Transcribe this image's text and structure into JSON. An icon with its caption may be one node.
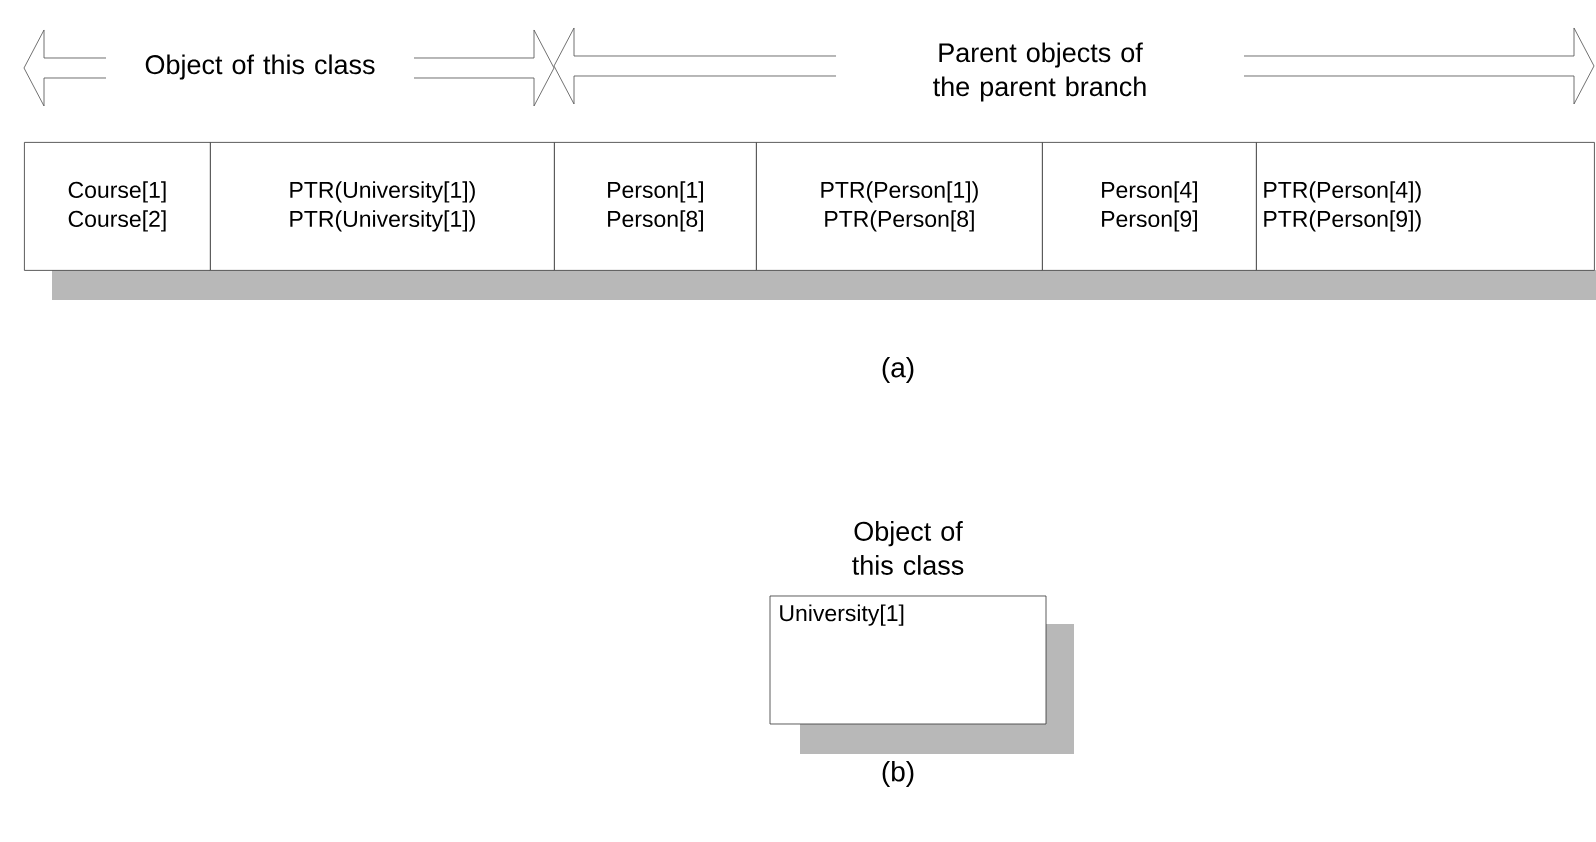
{
  "diagram": {
    "nodes": [
      {
        "text": [
          "Course[1]",
          "Course[2]"
        ]
      },
      {
        "text": [
          "PTR(University[1])",
          "PTR(University[1])"
        ]
      },
      {
        "text": [
          "Person[1]",
          "Person[8]"
        ]
      },
      {
        "text": [
          "PTR(Person[1])",
          "PTR(Person[8]"
        ]
      },
      {
        "text": [
          "Person[4]",
          "Person[9]"
        ]
      },
      {
        "text": [
          "PTR(Person[4])",
          "PTR(Person[9])"
        ]
      },
      {
        "text": [
          "Object of this class",
          "University[1]"
        ]
      }
    ],
    "labels": [
      "Object of this class",
      "Parent objects of the parent branch",
      "(a)",
      "(b)"
    ]
  }
}
